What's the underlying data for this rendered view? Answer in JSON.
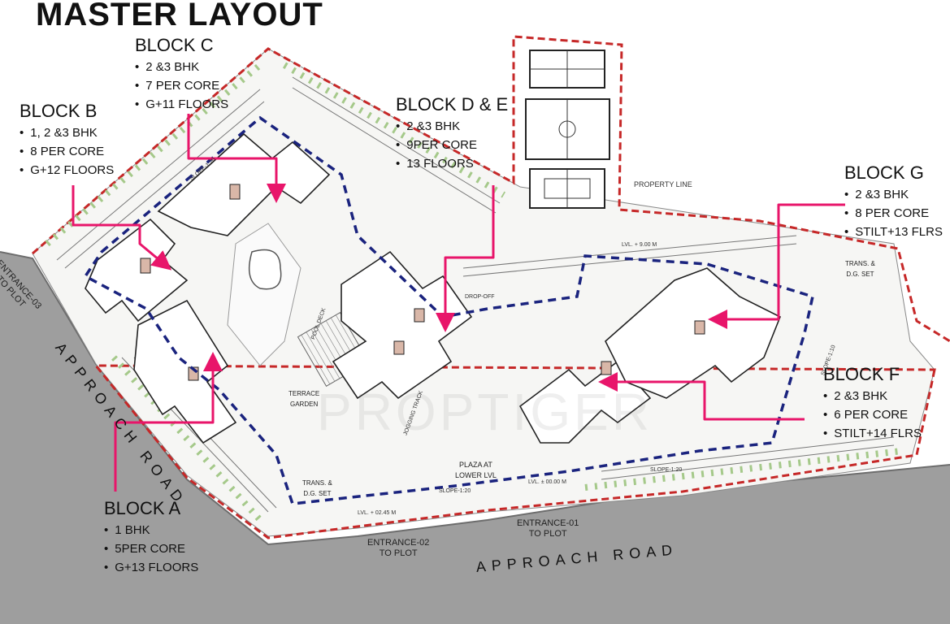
{
  "title": "MASTER LAYOUT",
  "watermark": "PROPTIGER",
  "colors": {
    "arrow": "#e8156a",
    "boundary": "#c62828",
    "path": "#1a237e",
    "road": "#9c9c9c"
  },
  "blocks": {
    "a": {
      "name": "BLOCK A",
      "features": [
        "1 BHK",
        "5PER CORE",
        "G+13 FLOORS"
      ]
    },
    "b": {
      "name": "BLOCK B",
      "features": [
        "1, 2 &3 BHK",
        "8 PER CORE",
        "G+12 FLOORS"
      ]
    },
    "c": {
      "name": "BLOCK C",
      "features": [
        "2 &3 BHK",
        "7 PER CORE",
        "G+11 FLOORS"
      ]
    },
    "de": {
      "name": "BLOCK D & E",
      "features": [
        "2 &3 BHK",
        "9PER CORE",
        "13 FLOORS"
      ]
    },
    "f": {
      "name": "BLOCK F",
      "features": [
        "2 &3 BHK",
        "6 PER CORE",
        "STILT+14 FLRS"
      ]
    },
    "g": {
      "name": "BLOCK G",
      "features": [
        "2 &3 BHK",
        "8 PER CORE",
        "STILT+13 FLRS"
      ]
    }
  },
  "roads": {
    "left": "APPROACH ROAD",
    "bottom": "APPROACH ROAD"
  },
  "entrances": {
    "e1": [
      "ENTRANCE-01",
      "TO PLOT"
    ],
    "e2": [
      "ENTRANCE-02",
      "TO PLOT"
    ],
    "e3": [
      "ENTRANCE-03",
      "TO PLOT"
    ]
  },
  "plan_labels": {
    "property_line": "PROPERTY LINE",
    "plaza": [
      "PLAZA AT",
      "LOWER LVL"
    ],
    "trans_left": [
      "TRANS. &",
      "D.G. SET"
    ],
    "trans_right": [
      "TRANS. &",
      "D.G. SET"
    ],
    "slope_1": "SLOPE-1:20",
    "slope_2": "SLOPE-1:20",
    "slope_3": "SLOPE-1:20",
    "slope_4": "SLOPE-1:10",
    "drop_off": "DROP-OFF",
    "lvl_1": "LVL. ± 00.00 M",
    "lvl_2": "LVL. + 02.45 M",
    "lvl_3": "LVL. + 9.00 M",
    "terrace_garden": [
      "TERRACE",
      "GARDEN"
    ],
    "pool_deck": [
      "POOL DECK"
    ],
    "jogging_track": "JOGGING TRACK"
  }
}
